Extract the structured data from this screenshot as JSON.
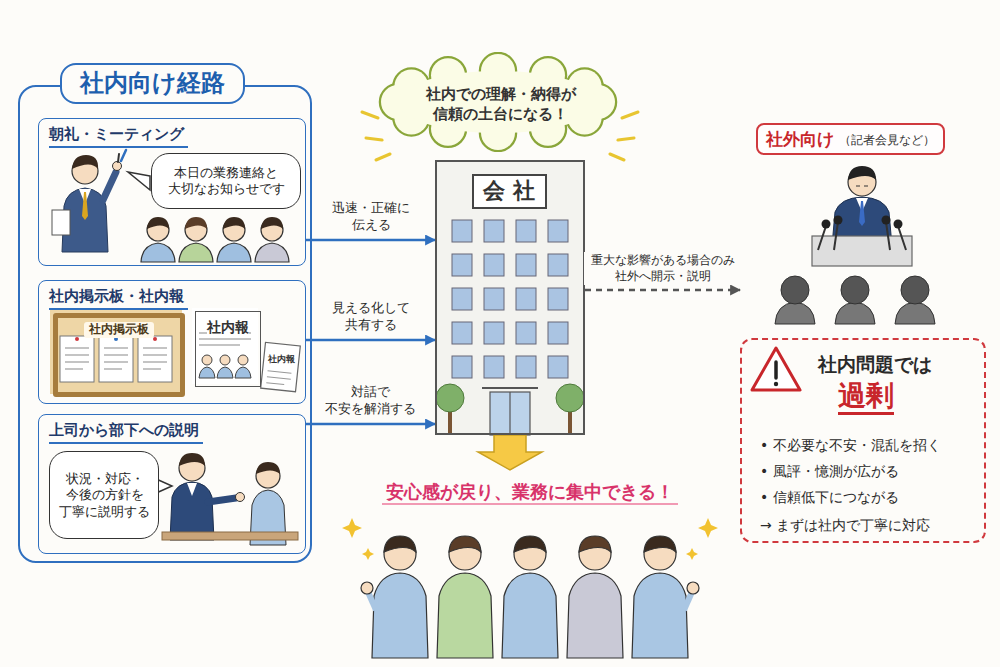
{
  "diagram": {
    "nodes": [
      {
        "text": [
          "社内向け経路"
        ]
      },
      {
        "text": [
          "朝礼・ミーティング"
        ],
        "in": 0
      },
      {
        "text": [
          "本日の業務連絡と 大切なお知らせです"
        ],
        "in": 1
      },
      {
        "text": [
          "社内掲示板・社内報"
        ],
        "in": 0
      },
      {
        "text": [
          "社内掲示板"
        ],
        "in": 3
      },
      {
        "text": [
          "社内報"
        ],
        "in": 3
      },
      {
        "text": [
          "上司から部下への説明"
        ],
        "in": 0
      },
      {
        "text": [
          "状況・対応・ 今後の方針を 丁寧に説明する"
        ],
        "in": 6
      },
      {
        "text": [
          "社内での理解・納得が 信頼の土台になる！"
        ]
      },
      {
        "text": [
          "会社"
        ]
      },
      {
        "text": [
          "社外向け",
          "（記者会見など）"
        ]
      },
      {
        "text": [
          "安心感が戻り、業務に集中できる！"
        ]
      },
      {
        "text": [
          "社内問題では",
          "過剰",
          "• 不必要な不安・混乱を招く",
          "• 風評・憶測が広がる",
          "• 信頼低下につながる",
          "→ まずは社内で丁寧に対応"
        ]
      }
    ],
    "edges": [
      {
        "from": 1,
        "to": 9,
        "label": "迅速・正確に 伝える",
        "arrow": "to"
      },
      {
        "from": 3,
        "to": 9,
        "label": "見える化して 共有する",
        "arrow": "to"
      },
      {
        "from": 6,
        "to": 9,
        "label": "対話で 不安を解消する",
        "arrow": "to"
      },
      {
        "from": 9,
        "to": 10,
        "label": "重大な影響がある場合のみ 社外へ開示・説明",
        "arrow": "to"
      },
      {
        "from": 9,
        "to": 11,
        "arrow": "to"
      }
    ],
    "labels": [
      "社内報"
    ]
  }
}
